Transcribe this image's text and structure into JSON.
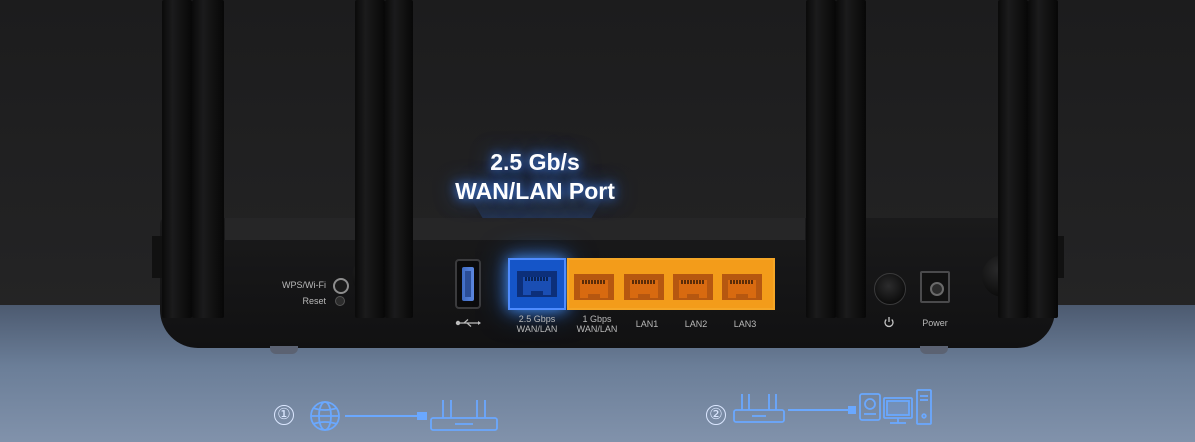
{
  "headline": {
    "line1": "2.5 Gb/s",
    "line2": "WAN/LAN Port",
    "glow_color": "#3f86ff"
  },
  "buttons": {
    "wps_label": "WPS/Wi-Fi",
    "reset_label": "Reset"
  },
  "ports": {
    "usb_icon": "usb-icon",
    "wan_25_line1": "2.5 Gbps",
    "wan_25_line2": "WAN/LAN",
    "wan_1_line1": "1 Gbps",
    "wan_1_line2": "WAN/LAN",
    "lan1": "LAN1",
    "lan2": "LAN2",
    "lan3": "LAN3",
    "power_button_icon": "power-symbol-icon",
    "power_label": "Power"
  },
  "colors": {
    "wan_port": "#1555c8",
    "lan_ports": "#f39c1a",
    "diagram_lines": "#5aa0ff"
  },
  "diagrams": [
    {
      "number": "①",
      "icons": [
        "globe-icon",
        "cable-icon",
        "router-icon"
      ]
    },
    {
      "number": "②",
      "icons": [
        "router-icon",
        "cable-icon",
        "printer-icon",
        "monitor-icon",
        "pc-tower-icon"
      ]
    }
  ]
}
